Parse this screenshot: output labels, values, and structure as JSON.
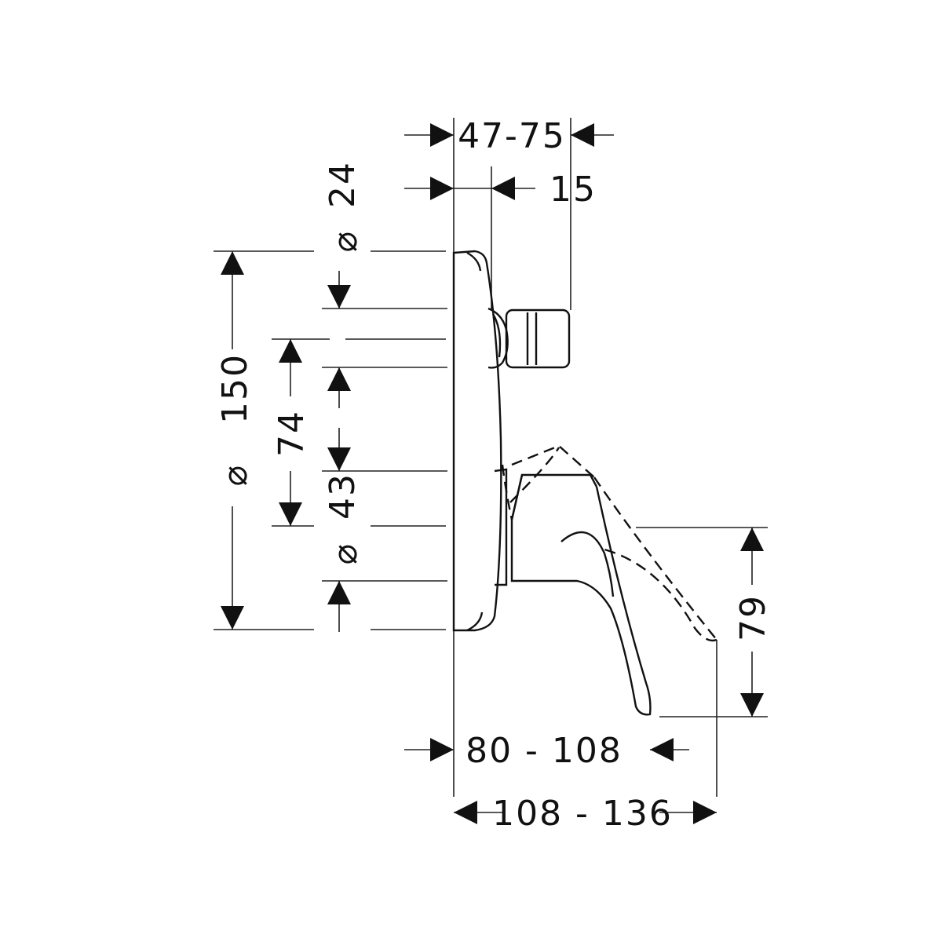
{
  "dimensions": {
    "projection_range": "47-75",
    "diverter_offset": "15",
    "diverter_diameter": "24",
    "plate_diameter": "150",
    "center_distance": "74",
    "handle_diameter": "43",
    "spout_reach_short": "80 - 108",
    "spout_reach_long": "108 - 136",
    "spout_height": "79",
    "diameter_symbol": "⌀"
  }
}
